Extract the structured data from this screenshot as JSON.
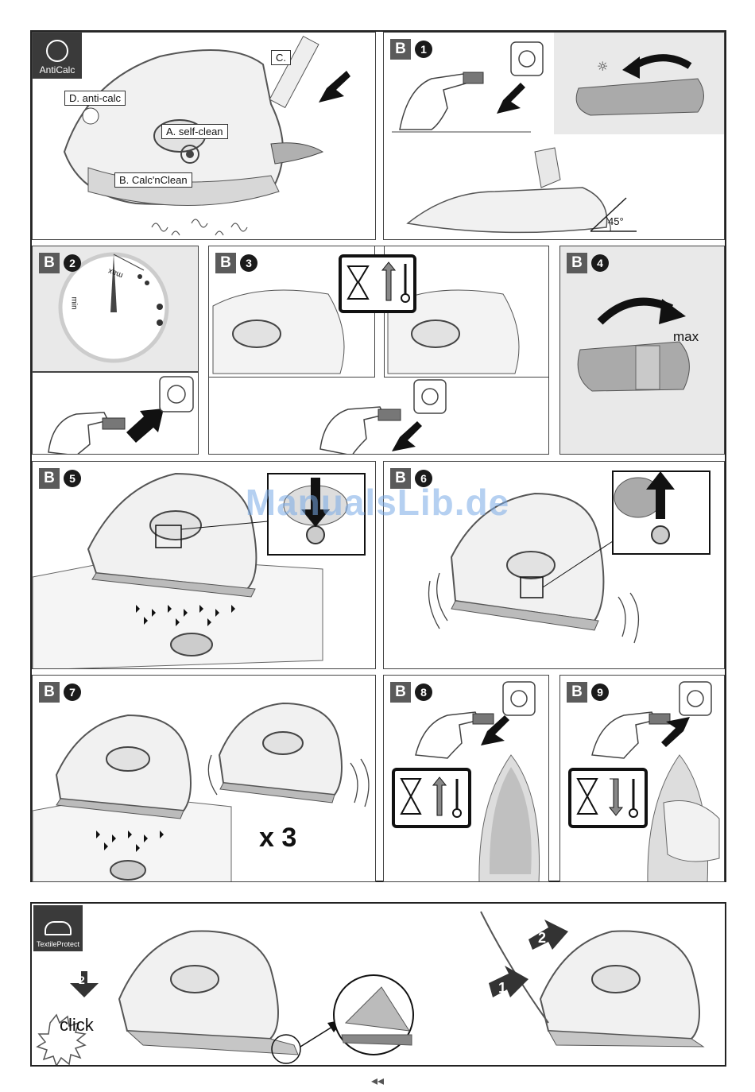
{
  "anticalc": {
    "badge_label": "AntiCalc",
    "callout_c": "C.",
    "callout_d": "D. anti-calc",
    "callout_a": "A. self-clean",
    "callout_b": "B.  Calc'nClean"
  },
  "steps": [
    {
      "letter": "B",
      "number": "1"
    },
    {
      "letter": "B",
      "number": "2"
    },
    {
      "letter": "B",
      "number": "3"
    },
    {
      "letter": "B",
      "number": "4"
    },
    {
      "letter": "B",
      "number": "5"
    },
    {
      "letter": "B",
      "number": "6"
    },
    {
      "letter": "B",
      "number": "7"
    },
    {
      "letter": "B",
      "number": "8"
    },
    {
      "letter": "B",
      "number": "9"
    }
  ],
  "step1": {
    "angle_label": "45°"
  },
  "step2": {
    "dial_max": "max",
    "dial_min": "min"
  },
  "step4": {
    "max_label": "max"
  },
  "step7": {
    "repeat_label": "x 3"
  },
  "textile": {
    "badge_label": "TextileProtect",
    "click_label": "click",
    "num_2": "2",
    "num_1": "1",
    "num_2b": "2"
  },
  "watermark": "ManualsLib.de",
  "page_nav": "◂◂"
}
